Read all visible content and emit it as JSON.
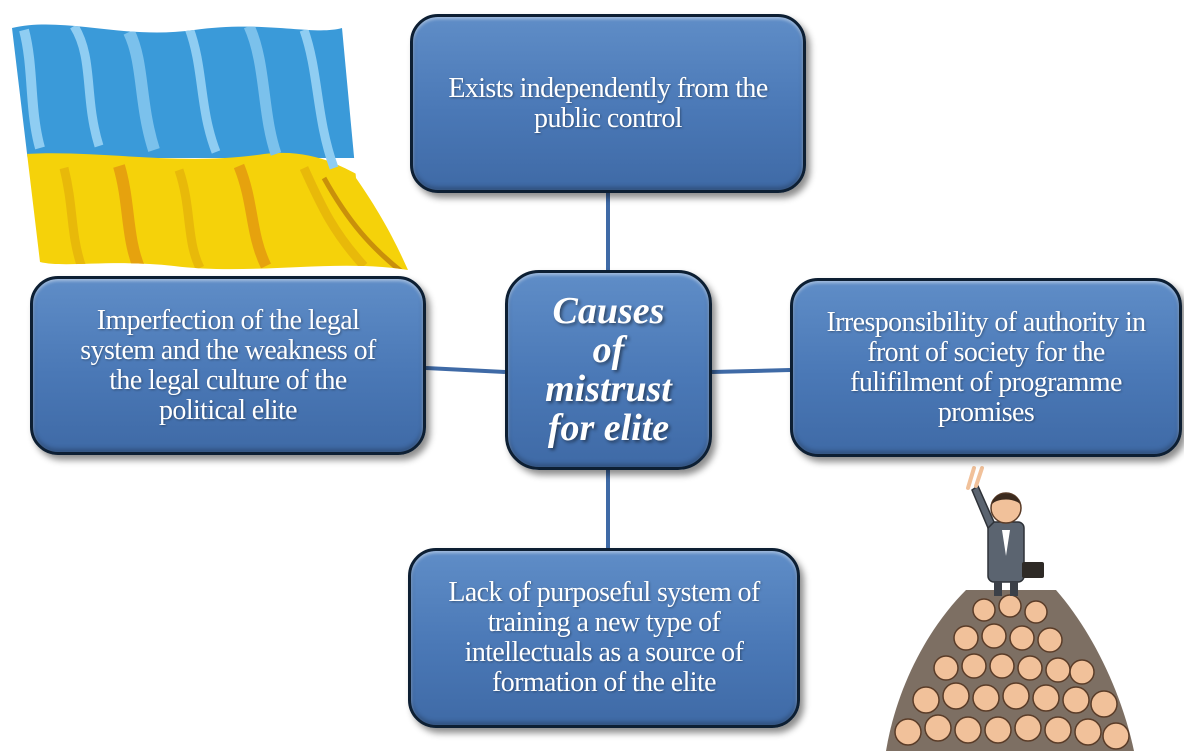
{
  "diagram": {
    "center": {
      "text": "Causes of mistrust for elite"
    },
    "nodes": {
      "top": {
        "text": "Exists independently from the public control"
      },
      "left": {
        "text": "Imperfection of the legal system and the weakness of the legal culture of the political elite"
      },
      "right": {
        "text": "Irresponsibility of authority in front of society for the fulifilment of programme promises"
      },
      "bottom": {
        "text": "Lack of purposeful system of training a new type of intellectuals as a source of formation of the elite"
      }
    },
    "colors": {
      "box_fill": "#4a78b6",
      "box_border": "#0d1f33",
      "connector": "#3f6aa6",
      "text": "#ffffff"
    }
  },
  "illustrations": {
    "flag": {
      "icon": "ukraine-flag-icon",
      "colors": [
        "#3a9ad9",
        "#f5d20a"
      ]
    },
    "crowd": {
      "icon": "crowd-leader-illustration"
    }
  }
}
